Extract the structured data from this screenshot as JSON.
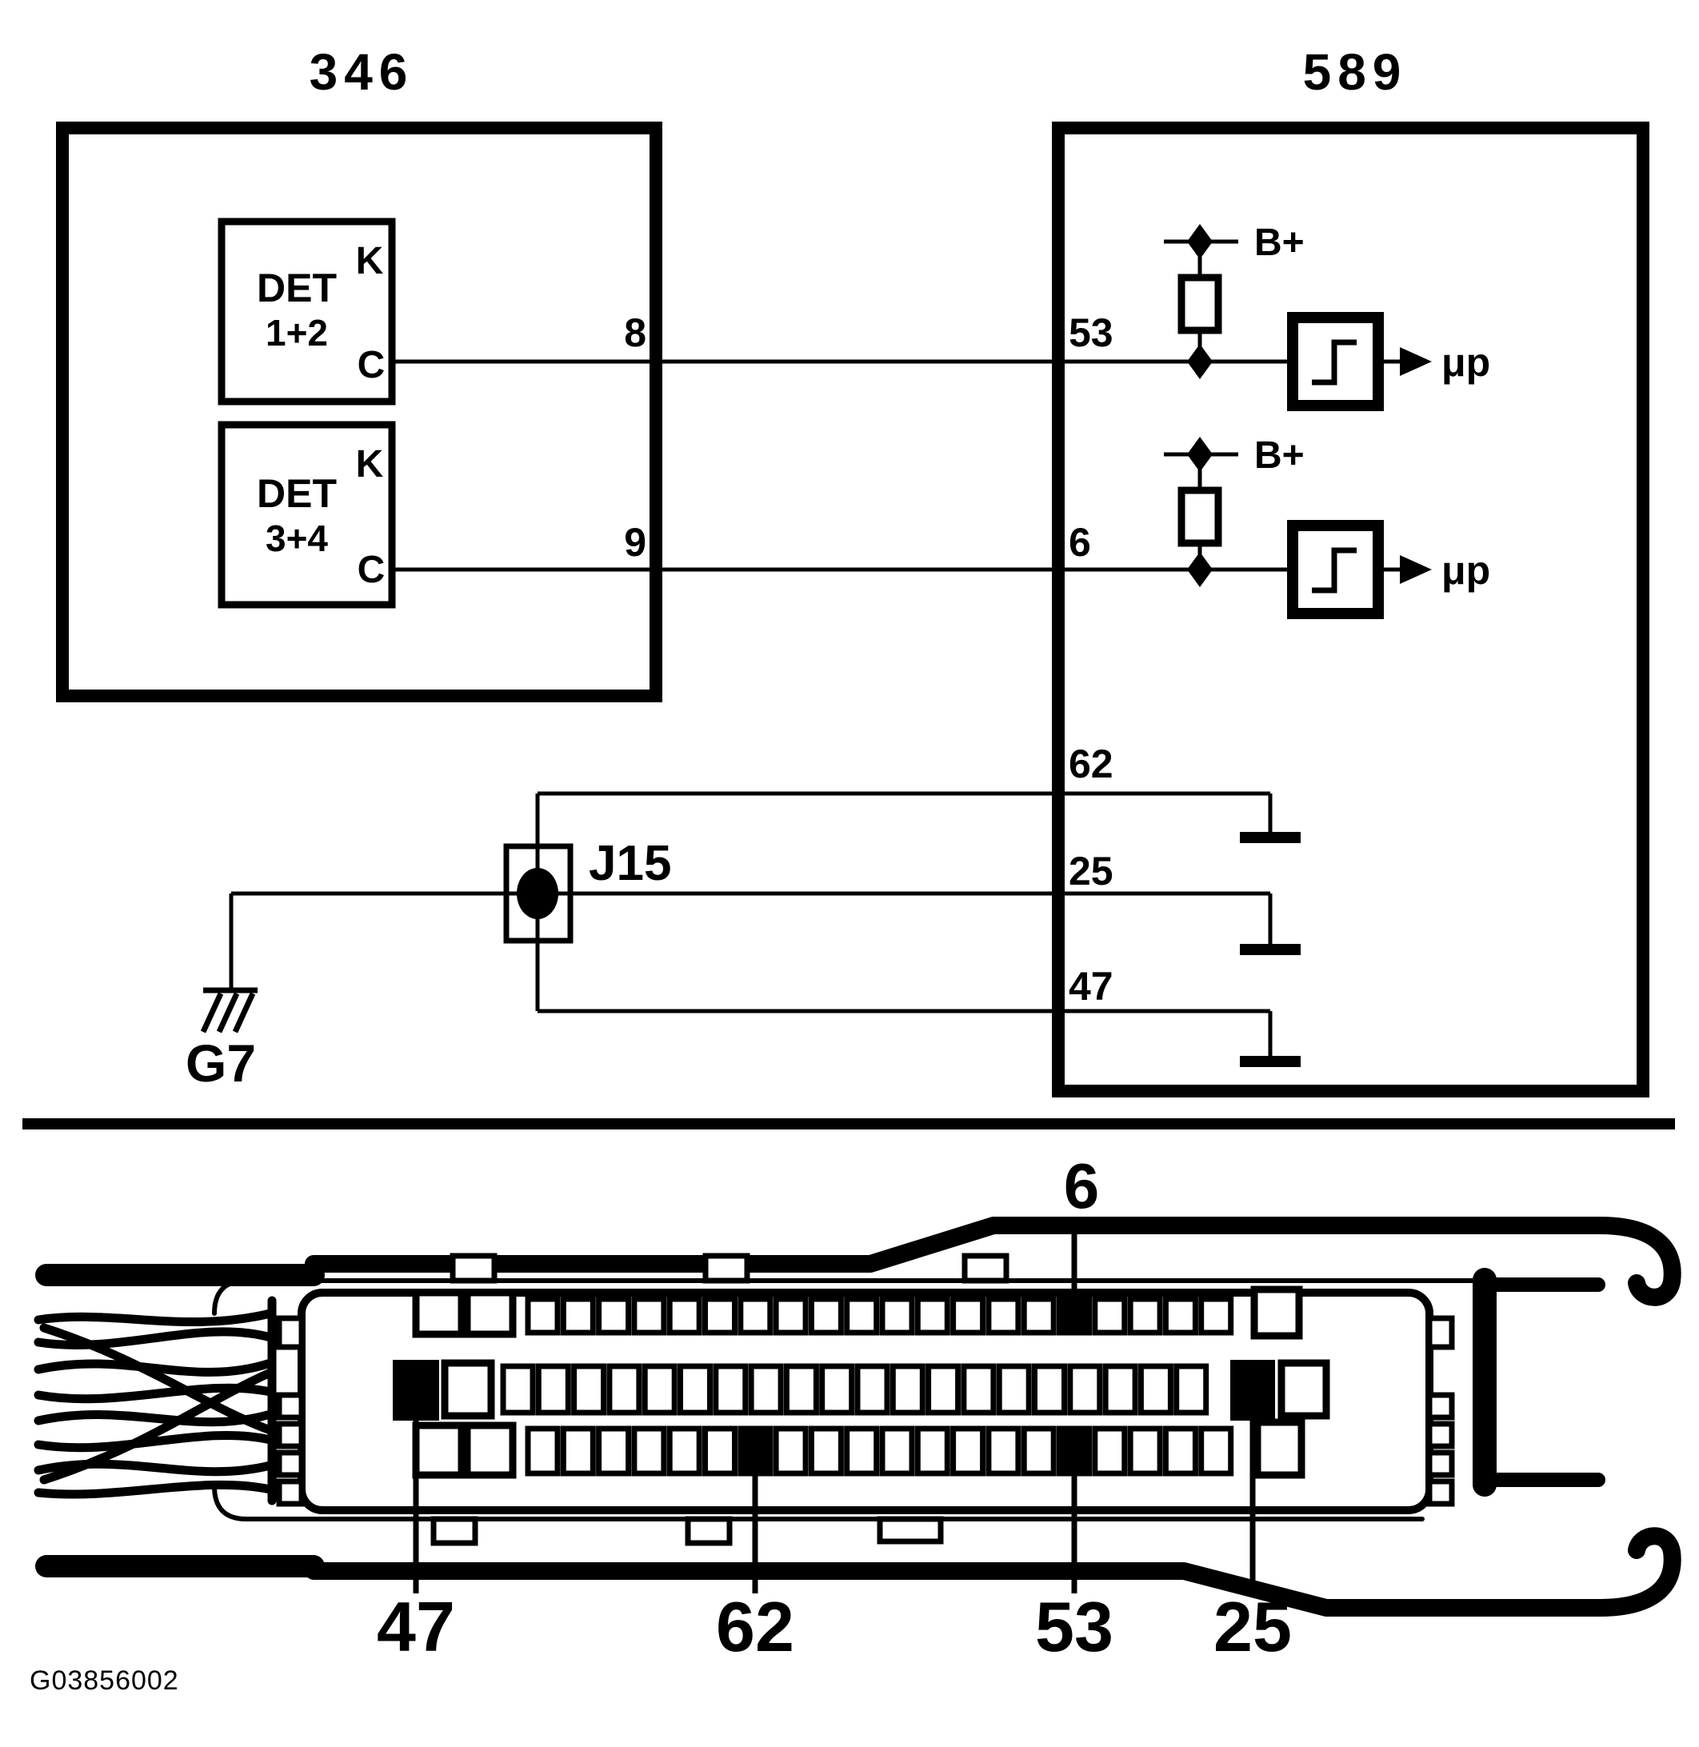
{
  "schematic": {
    "left_component": {
      "id": "346",
      "detectors": [
        {
          "name": "DET",
          "channels": "1+2",
          "terminal_top": "K",
          "terminal_bottom": "C",
          "pin": "8"
        },
        {
          "name": "DET",
          "channels": "3+4",
          "terminal_top": "K",
          "terminal_bottom": "C",
          "pin": "9"
        }
      ]
    },
    "right_component": {
      "id": "589",
      "signal_channels": [
        {
          "pin": "53",
          "supply": "B+",
          "output": "μp"
        },
        {
          "pin": "6",
          "supply": "B+",
          "output": "μp"
        }
      ],
      "ground_pins": [
        {
          "pin": "62"
        },
        {
          "pin": "25"
        },
        {
          "pin": "47"
        }
      ]
    },
    "splice": {
      "id": "J15"
    },
    "ground": {
      "id": "G7"
    }
  },
  "connector_view": {
    "top_callout": {
      "pin": "6"
    },
    "bottom_callouts": [
      {
        "pin": "47"
      },
      {
        "pin": "62"
      },
      {
        "pin": "53"
      },
      {
        "pin": "25"
      }
    ]
  },
  "footer": {
    "figure_id": "G03856002"
  },
  "colors": {
    "ink": "#000000",
    "paper": "#ffffff"
  }
}
